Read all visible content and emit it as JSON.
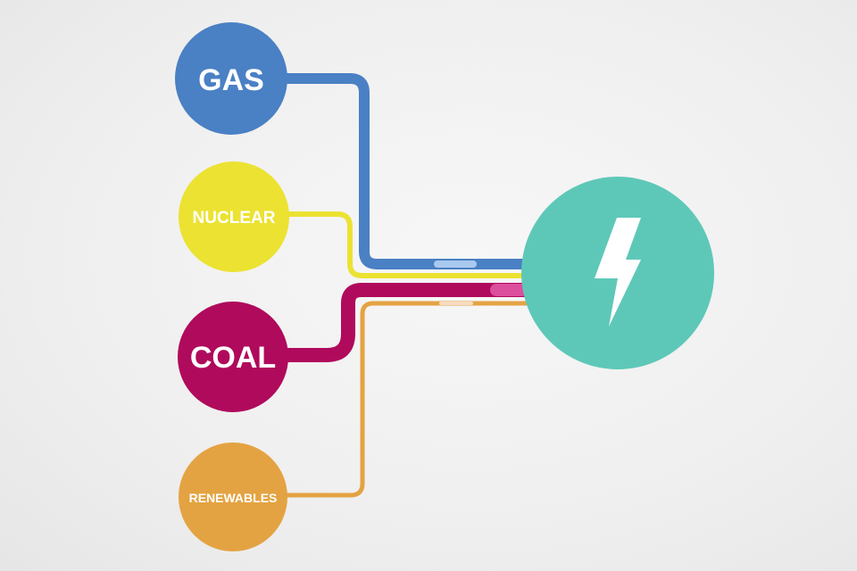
{
  "diagram": {
    "sources": [
      {
        "id": "gas",
        "label": "GAS",
        "color": "#4a80c4"
      },
      {
        "id": "nuclear",
        "label": "NUCLEAR",
        "color": "#ece232"
      },
      {
        "id": "coal",
        "label": "COAL",
        "color": "#b00a5c"
      },
      {
        "id": "renewables",
        "label": "RENEWABLES",
        "color": "#e4a342"
      }
    ],
    "hub": {
      "icon": "lightning-bolt-icon",
      "color": "#5ec8b8"
    }
  }
}
